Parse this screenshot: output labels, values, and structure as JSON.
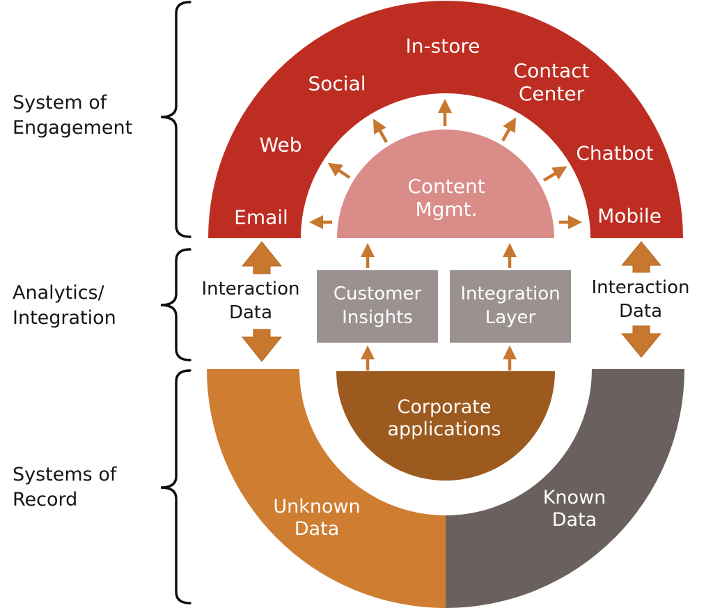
{
  "colors": {
    "engagement_red": "#BE2D22",
    "content_pink": "#D98C88",
    "unknown_orange": "#CE7D31",
    "known_gray": "#6A615E",
    "corporate_brown": "#9C5A1F",
    "box_gray": "#9A9190",
    "arrow_orange": "#C8772E",
    "text_dark": "#15151a",
    "text_white": "#ffffff"
  },
  "left_labels": {
    "engagement": {
      "line1": "System of",
      "line2": "Engagement"
    },
    "analytics": {
      "line1": "Analytics/",
      "line2": "Integration"
    },
    "record": {
      "line1": "Systems of",
      "line2": "Record"
    }
  },
  "engagement_ring": {
    "channels": {
      "email": "Email",
      "web": "Web",
      "social": "Social",
      "in_store": "In-store",
      "contact_center": {
        "line1": "Contact",
        "line2": "Center"
      },
      "chatbot": "Chatbot",
      "mobile": "Mobile"
    },
    "content_mgmt": {
      "line1": "Content",
      "line2": "Mgmt."
    }
  },
  "middle": {
    "interaction_left": {
      "line1": "Interaction",
      "line2": "Data"
    },
    "interaction_right": {
      "line1": "Interaction",
      "line2": "Data"
    },
    "customer_insights": {
      "line1": "Customer",
      "line2": "Insights"
    },
    "integration_layer": {
      "line1": "Integration",
      "line2": "Layer"
    }
  },
  "record_ring": {
    "corporate_applications": {
      "line1": "Corporate",
      "line2": "applications"
    },
    "unknown_data": {
      "line1": "Unknown",
      "line2": "Data"
    },
    "known_data": {
      "line1": "Known",
      "line2": "Data"
    }
  }
}
